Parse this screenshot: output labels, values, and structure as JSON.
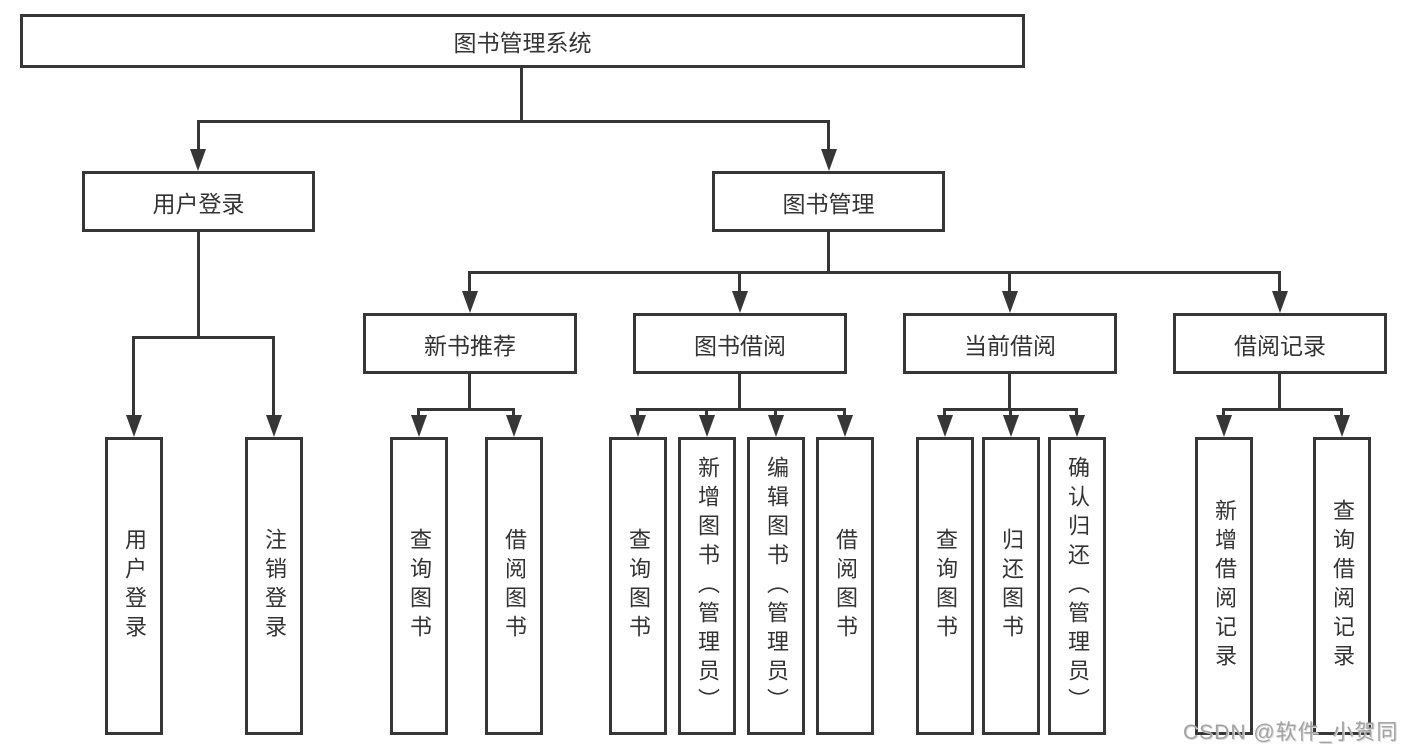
{
  "diagram": {
    "root": {
      "label": "图书管理系统"
    },
    "level2": [
      {
        "label": "用户登录"
      },
      {
        "label": "图书管理"
      }
    ],
    "level3": [
      {
        "label": "新书推荐"
      },
      {
        "label": "图书借阅"
      },
      {
        "label": "当前借阅"
      },
      {
        "label": "借阅记录"
      }
    ],
    "level4": {
      "user_login": [
        "用户登录",
        "注销登录"
      ],
      "new_book_recommend": [
        "查询图书",
        "借阅图书"
      ],
      "book_borrow": [
        "查询图书",
        "新增图书（管理员）",
        "编辑图书（管理员）",
        "借阅图书"
      ],
      "current_borrow": [
        "查询图书",
        "归还图书",
        "确认归还（管理员）"
      ],
      "borrow_record": [
        "新增借阅记录",
        "查询借阅记录"
      ]
    }
  },
  "watermark": {
    "text": "CSDN @软件_小贺同学"
  },
  "colors": {
    "line": "#363636",
    "text": "#333333",
    "watermark": "#a3a3a3",
    "background": "#ffffff"
  }
}
